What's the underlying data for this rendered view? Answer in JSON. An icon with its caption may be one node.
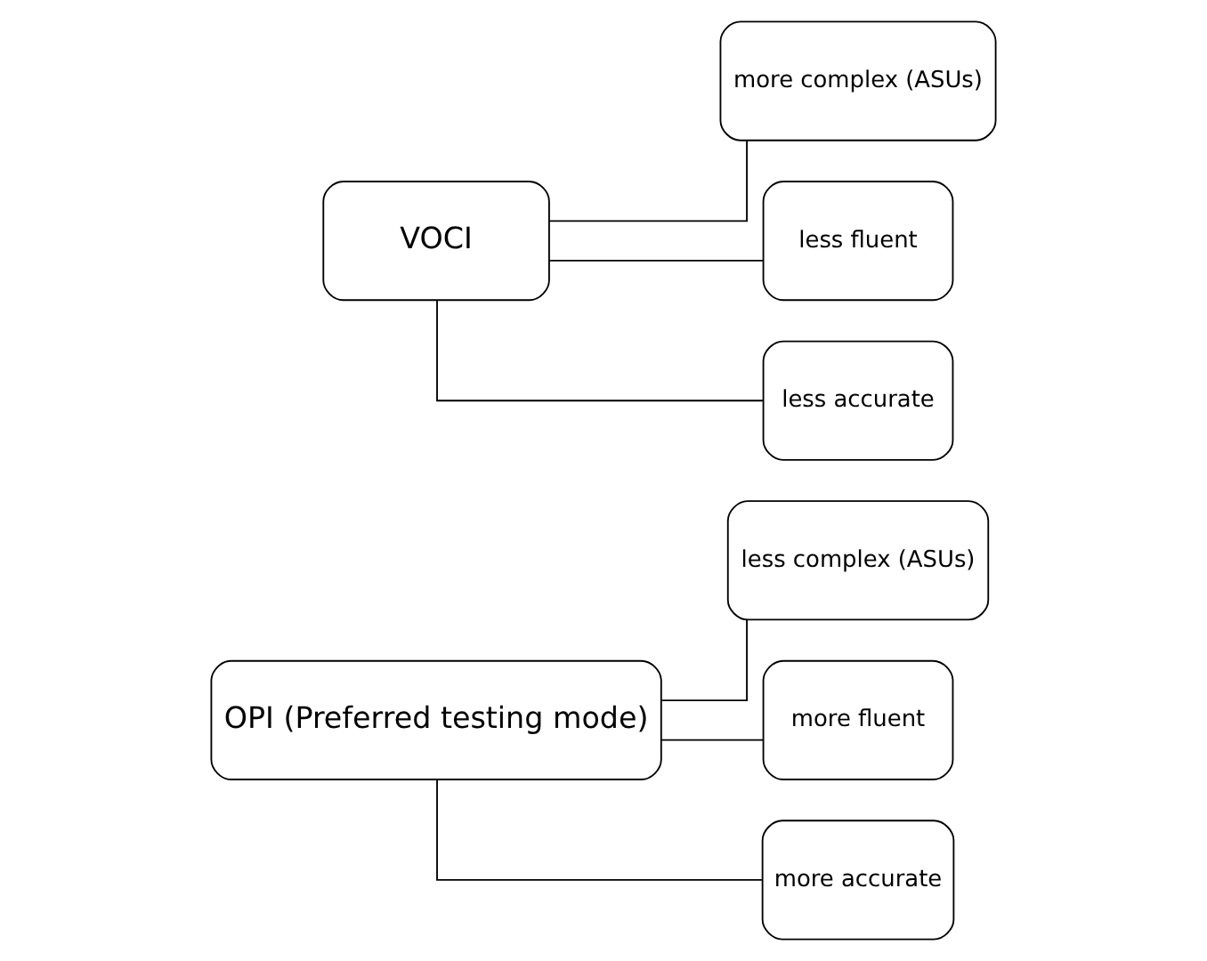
{
  "diagram": {
    "nodes": [
      {
        "text": [
          "OPI (Preferred testing mode)"
        ]
      },
      {
        "text": [
          "less complex (ASUs)"
        ]
      },
      {
        "text": [
          "more fluent"
        ]
      },
      {
        "text": [
          "more accurate"
        ]
      },
      {
        "text": [
          "VOCI"
        ]
      },
      {
        "text": [
          "more complex (ASUs)"
        ]
      },
      {
        "text": [
          "less fluent"
        ]
      },
      {
        "text": [
          "less accurate"
        ]
      }
    ],
    "edges": [
      {
        "from": 0,
        "to": 1,
        "arrow": "none"
      },
      {
        "from": 0,
        "to": 2,
        "arrow": "none"
      },
      {
        "from": 0,
        "to": 3,
        "arrow": "none"
      },
      {
        "from": 4,
        "to": 5,
        "arrow": "none"
      },
      {
        "from": 4,
        "to": 6,
        "arrow": "none"
      },
      {
        "from": 4,
        "to": 7,
        "arrow": "none"
      }
    ]
  }
}
